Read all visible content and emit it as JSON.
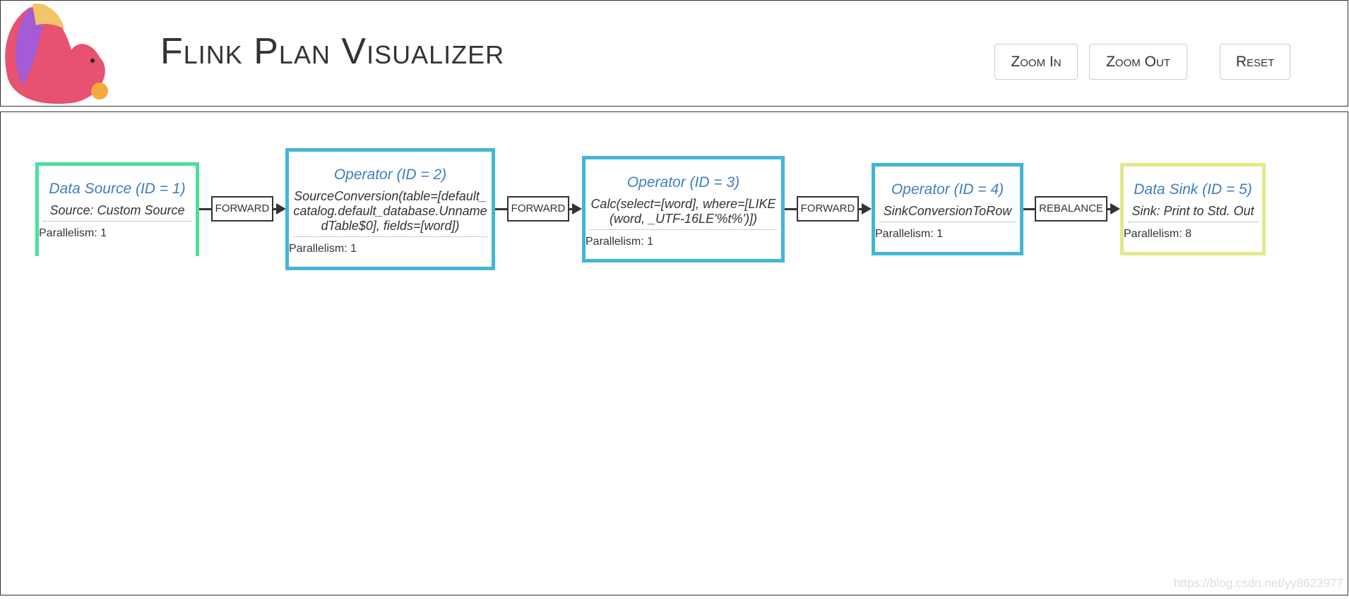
{
  "header": {
    "title": "Flink Plan Visualizer",
    "logo": "flink-squirrel-logo",
    "buttons": {
      "zoom_in": "Zoom In",
      "zoom_out": "Zoom Out",
      "reset": "Reset"
    }
  },
  "colors": {
    "source": "#4fdf9a",
    "operator": "#43b5d8",
    "sink": "#e3e88c",
    "title": "#3e7fc1"
  },
  "nodes": [
    {
      "title": "Data Source (ID = 1)",
      "desc": "Source: Custom Source",
      "parallelism": "Parallelism: 1"
    },
    {
      "title": "Operator (ID = 2)",
      "desc": "SourceConversion(table=[default_catalog.default_database.UnnamedTable$0], fields=[word])",
      "parallelism": "Parallelism: 1"
    },
    {
      "title": "Operator (ID = 3)",
      "desc": "Calc(select=[word], where=[LIKE(word, _UTF-16LE'%t%')])",
      "parallelism": "Parallelism: 1"
    },
    {
      "title": "Operator (ID = 4)",
      "desc": "SinkConversionToRow",
      "parallelism": "Parallelism: 1"
    },
    {
      "title": "Data Sink (ID = 5)",
      "desc": "Sink: Print to Std. Out",
      "parallelism": "Parallelism: 8"
    }
  ],
  "edges": [
    "FORWARD",
    "FORWARD",
    "FORWARD",
    "REBALANCE"
  ],
  "watermark": "https://blog.csdn.net/yy8623977"
}
